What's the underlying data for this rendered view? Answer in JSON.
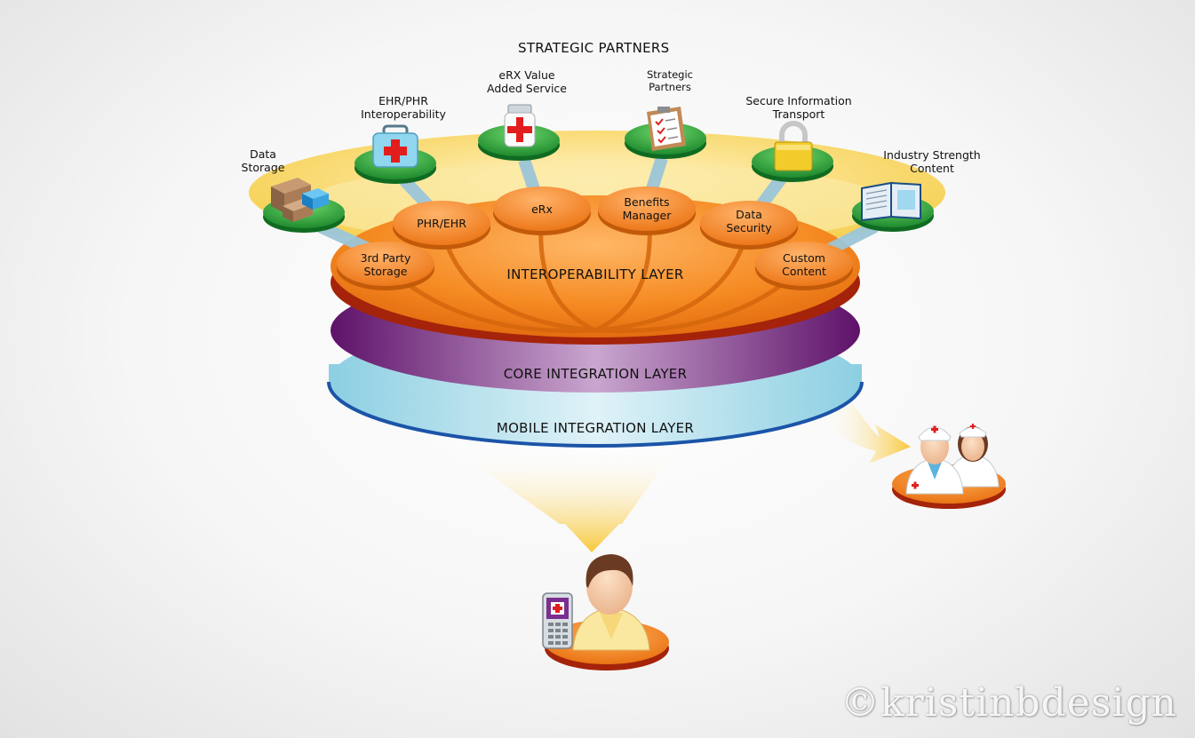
{
  "header": {
    "title": "STRATEGIC PARTNERS"
  },
  "partners": [
    {
      "lines": [
        "Data",
        "Storage"
      ],
      "icon": "boxes-icon"
    },
    {
      "lines": [
        "EHR/PHR",
        "Interoperability"
      ],
      "icon": "medical-kit-icon"
    },
    {
      "lines": [
        "eRX Value",
        "Added Service"
      ],
      "icon": "pill-bottle-icon"
    },
    {
      "lines": [
        "Strategic",
        "Partners"
      ],
      "icon": "clipboard-icon"
    },
    {
      "lines": [
        "Secure Information",
        "Transport"
      ],
      "icon": "padlock-icon"
    },
    {
      "lines": [
        "Industry Strength",
        "Content"
      ],
      "icon": "open-book-icon"
    }
  ],
  "modules": [
    {
      "lines": [
        "3rd Party",
        "Storage"
      ]
    },
    {
      "lines": [
        "PHR/EHR"
      ]
    },
    {
      "lines": [
        "eRx"
      ]
    },
    {
      "lines": [
        "Benefits",
        "Manager"
      ]
    },
    {
      "lines": [
        "Data",
        "Security"
      ]
    },
    {
      "lines": [
        "Custom",
        "Content"
      ]
    }
  ],
  "layers": {
    "interoperability": "INTEROPERABILITY LAYER",
    "core": "CORE INTEGRATION LAYER",
    "mobile": "MOBILE INTEGRATION LAYER"
  },
  "endpoints": {
    "patient_icon": "patient-with-phone-icon",
    "clinician_icon": "nurses-icon"
  },
  "watermark": "©kristinbdesign",
  "colors": {
    "orange": "#f2851f",
    "purple": "#7b1f86",
    "light_blue": "#9fd6e6",
    "green": "#2a9a3a",
    "yellow": "#f7d35a"
  }
}
